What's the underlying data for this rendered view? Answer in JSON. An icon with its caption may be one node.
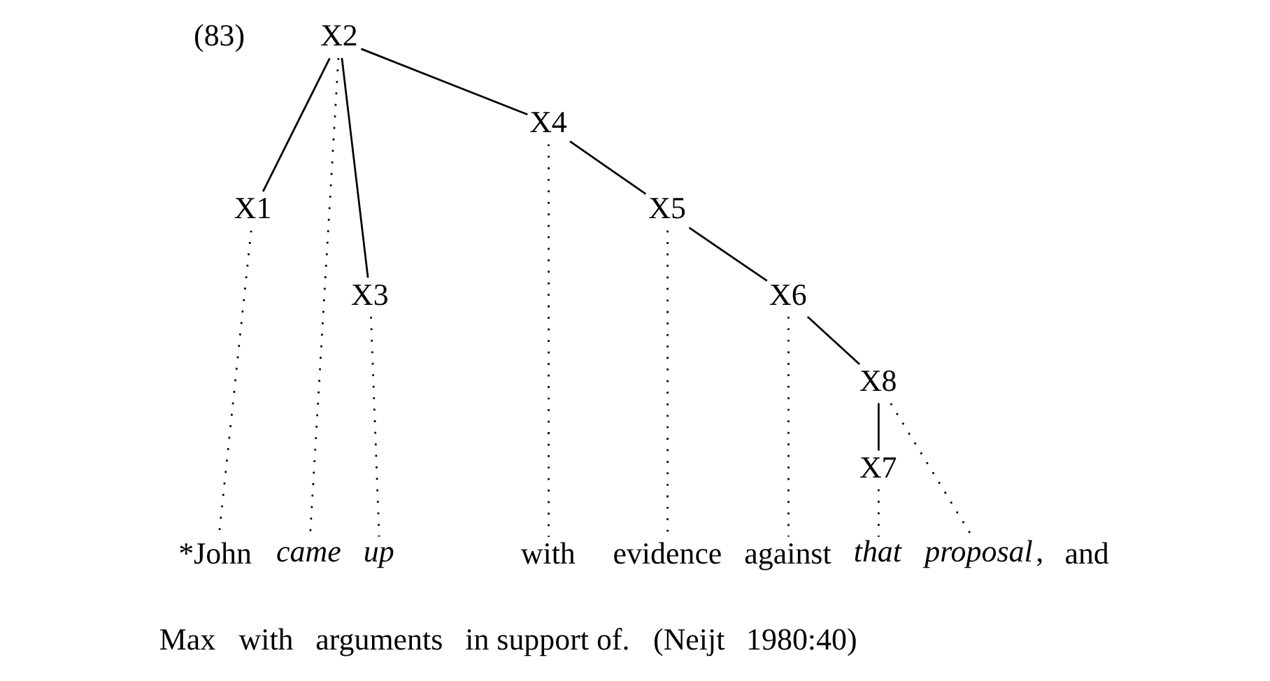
{
  "diagram": {
    "nodes": [
      {
        "text": [
          "X2"
        ]
      },
      {
        "text": [
          "X1"
        ]
      },
      {
        "text": [
          "X3"
        ]
      },
      {
        "text": [
          "X4"
        ]
      },
      {
        "text": [
          "X5"
        ]
      },
      {
        "text": [
          "X6"
        ]
      },
      {
        "text": [
          "X8"
        ]
      },
      {
        "text": [
          "X7"
        ]
      },
      {
        "text": [
          "*John"
        ]
      },
      {
        "text": [
          "*came*"
        ]
      },
      {
        "text": [
          "*up*"
        ]
      },
      {
        "text": [
          "with"
        ]
      },
      {
        "text": [
          "evidence"
        ]
      },
      {
        "text": [
          "against"
        ]
      },
      {
        "text": [
          "*that*"
        ]
      },
      {
        "text": [
          "*proposal*,"
        ]
      }
    ],
    "edges": [
      {
        "from": 0,
        "to": 1,
        "arrow": "none"
      },
      {
        "from": 0,
        "to": 9,
        "arrow": "none",
        "style": "dashed"
      },
      {
        "from": 0,
        "to": 2,
        "arrow": "none"
      },
      {
        "from": 0,
        "to": 3,
        "arrow": "none"
      },
      {
        "from": 1,
        "to": 8,
        "arrow": "none",
        "style": "dashed"
      },
      {
        "from": 2,
        "to": 10,
        "arrow": "none",
        "style": "dashed"
      },
      {
        "from": 3,
        "to": 11,
        "arrow": "none",
        "style": "dashed"
      },
      {
        "from": 3,
        "to": 4,
        "arrow": "none"
      },
      {
        "from": 4,
        "to": 12,
        "arrow": "none",
        "style": "dashed"
      },
      {
        "from": 4,
        "to": 5,
        "arrow": "none"
      },
      {
        "from": 5,
        "to": 13,
        "arrow": "none",
        "style": "dashed"
      },
      {
        "from": 5,
        "to": 6,
        "arrow": "none"
      },
      {
        "from": 6,
        "to": 7,
        "arrow": "none"
      },
      {
        "from": 6,
        "to": 15,
        "arrow": "none",
        "style": "dashed"
      },
      {
        "from": 7,
        "to": 14,
        "arrow": "none",
        "style": "dashed"
      }
    ],
    "labels": [
      "(83)",
      "and",
      "Max",
      "with",
      "arguments",
      "in support of.",
      "(Neijt",
      "1980:40)"
    ]
  }
}
